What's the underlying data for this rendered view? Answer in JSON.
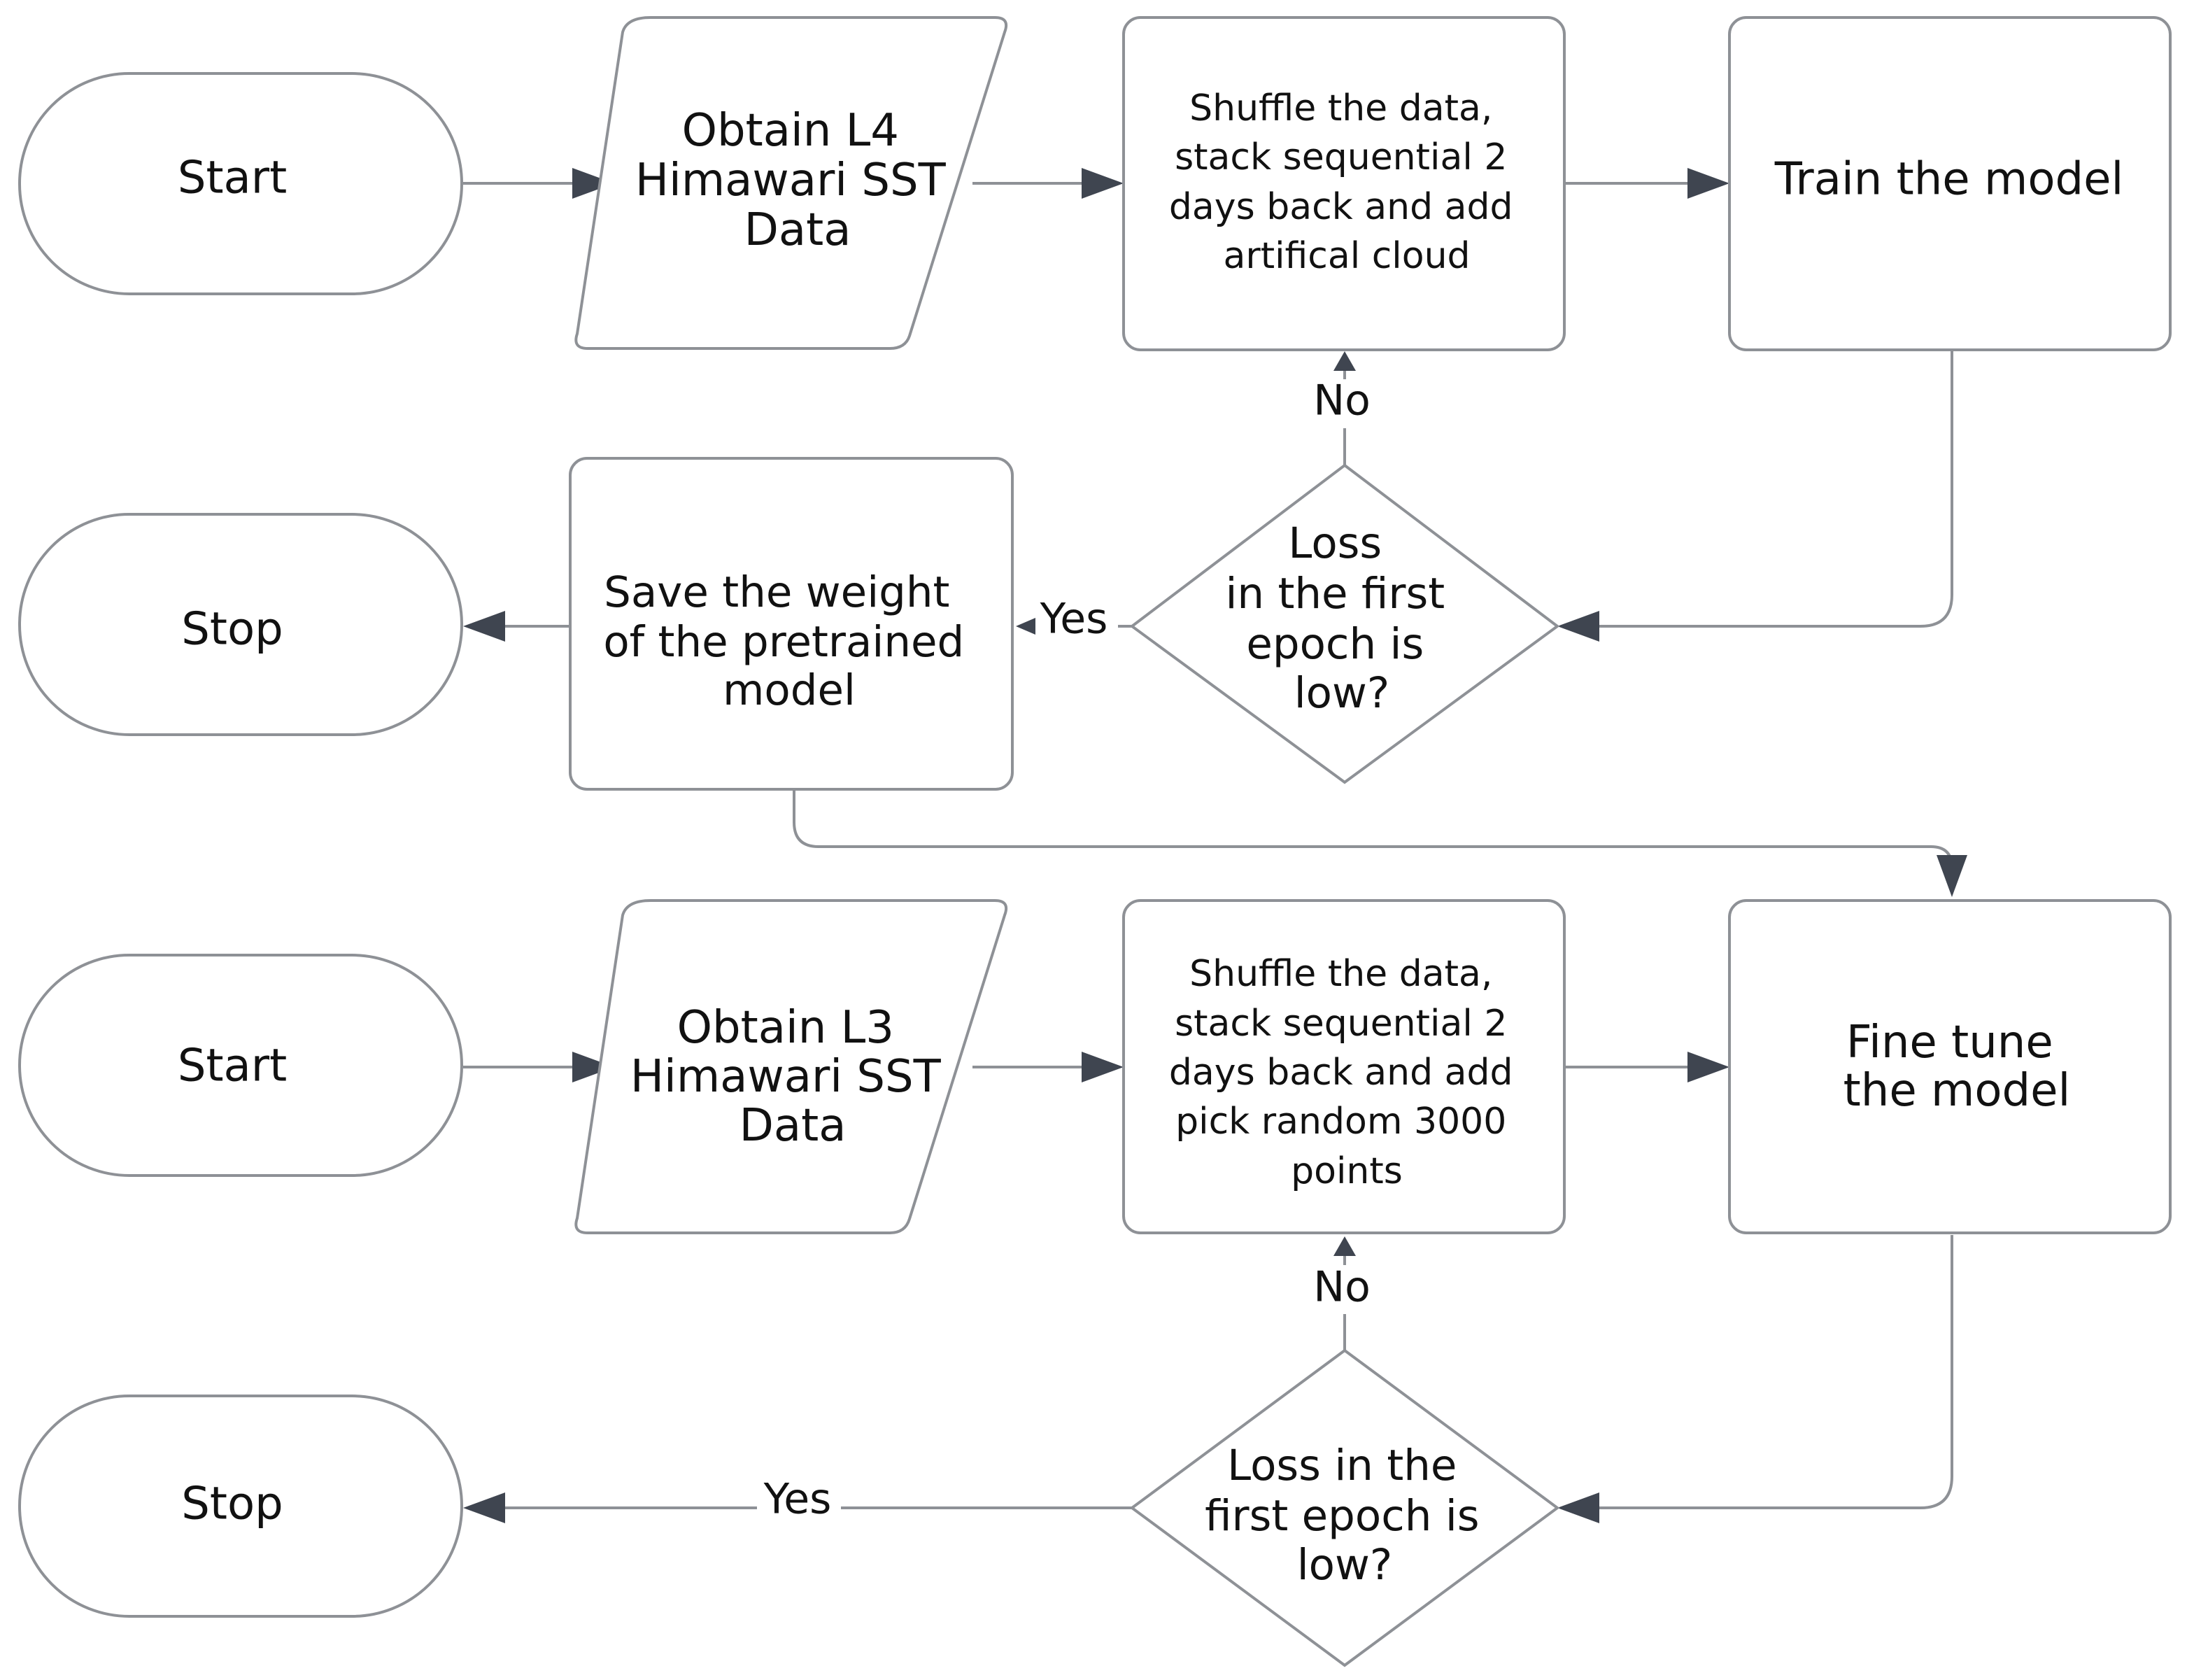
{
  "phase1": {
    "start": "Start",
    "input_lines": [
      "Obtain L4",
      "Himawari SST",
      "Data"
    ],
    "process_lines": [
      "Shuffle the data,",
      "stack sequential 2",
      "days back and add",
      "artifical cloud"
    ],
    "train": "Train the model",
    "decision_lines": [
      "Loss",
      "in the first",
      "epoch is",
      "low?"
    ],
    "no_label": "No",
    "yes_label": "Yes",
    "save_lines": [
      "Save the weight",
      "of the pretrained",
      "model"
    ],
    "stop": "Stop"
  },
  "phase2": {
    "start": "Start",
    "input_lines": [
      "Obtain L3",
      "Himawari SST",
      "Data"
    ],
    "process_lines": [
      "Shuffle the data,",
      "stack sequential 2",
      "days back and add",
      "pick random 3000",
      "points"
    ],
    "finetune_lines": [
      "Fine tune",
      "the model"
    ],
    "decision_lines": [
      "Loss in the",
      "first epoch is",
      "low?"
    ],
    "no_label": "No",
    "yes_label": "Yes",
    "stop": "Stop"
  }
}
